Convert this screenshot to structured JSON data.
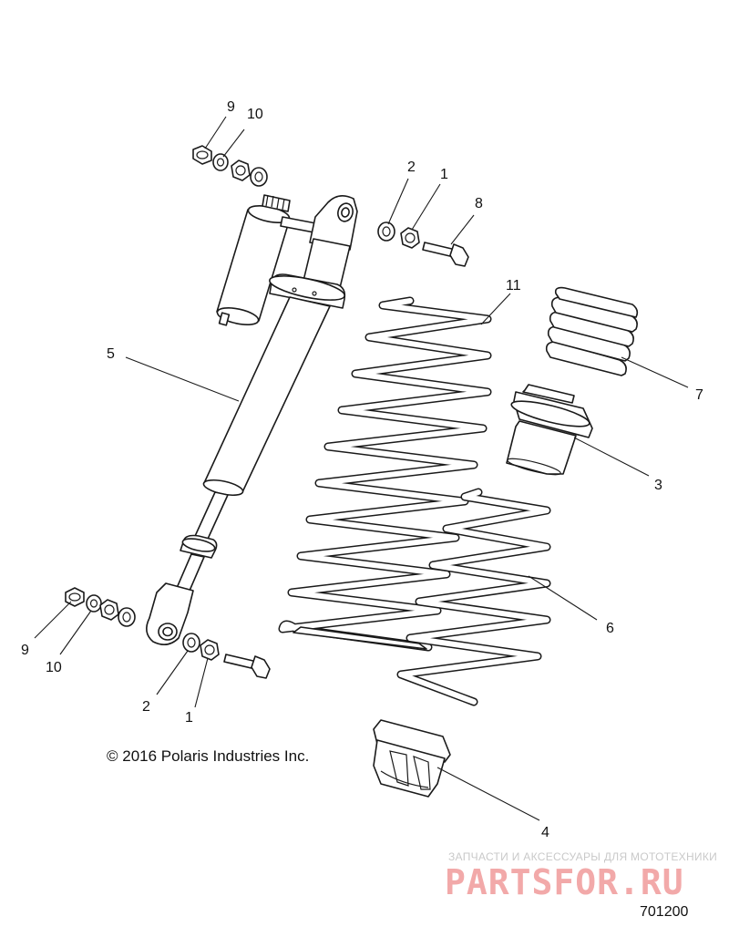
{
  "callouts": [
    {
      "id": "c9-top",
      "text": "9"
    },
    {
      "id": "c10-top",
      "text": "10"
    },
    {
      "id": "c2-top",
      "text": "2"
    },
    {
      "id": "c1-top",
      "text": "1"
    },
    {
      "id": "c8",
      "text": "8"
    },
    {
      "id": "c11",
      "text": "11"
    },
    {
      "id": "c7",
      "text": "7"
    },
    {
      "id": "c5",
      "text": "5"
    },
    {
      "id": "c3",
      "text": "3"
    },
    {
      "id": "c6",
      "text": "6"
    },
    {
      "id": "c9-bot",
      "text": "9"
    },
    {
      "id": "c10-bot",
      "text": "10"
    },
    {
      "id": "c2-bot",
      "text": "2"
    },
    {
      "id": "c1-bot",
      "text": "1"
    },
    {
      "id": "c4",
      "text": "4"
    }
  ],
  "copyright": "© 2016 Polaris Industries Inc.",
  "watermark": {
    "tagline": "ЗАПЧАСТИ И АКСЕССУАРЫ ДЛЯ МОТОТЕХНИКИ",
    "logo": "PARTSFOR.RU"
  },
  "drawing_number": "701200"
}
